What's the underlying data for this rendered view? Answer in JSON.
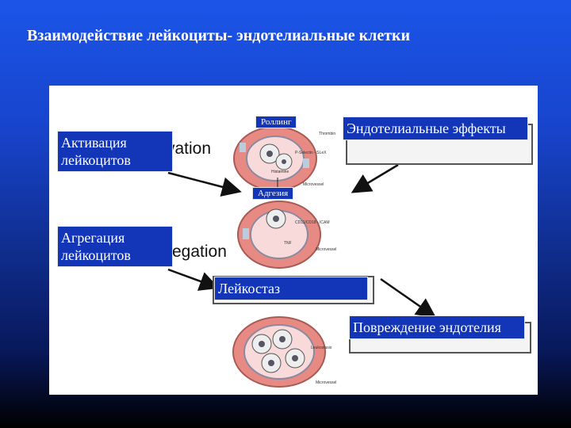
{
  "title": "Взаимодействие лейкоциты- эндотелиальные клетки",
  "labels": {
    "activation": "Активация лейкоцитов",
    "aggregation": "Агрегация лейкоцитов",
    "rolling": "Роллинг",
    "adhesion": "Адгезия",
    "endothelial_effects": "Эндотелиальные эффекты",
    "leukostasis": "Лейкостаз",
    "endothelial_damage": "Повреждение эндотелия"
  },
  "figure_text": {
    "activation_en": "vation",
    "aggregation_en": "regation",
    "thrombin": "Thrombin",
    "pselectin": "P-Selectin - SLeX",
    "histamine": "Histamine",
    "microvessel": "Microvessel",
    "cd11": "CD11/CD18 - ICAM",
    "tnf": "TNF",
    "microvessel2": "Microvessel",
    "leukostasis_en": "Leukostasis",
    "microvessel3": "Microvessel"
  },
  "colors": {
    "background_top": "#1b55e8",
    "background_bottom": "#000000",
    "label_fill": "#1336b8",
    "vessel_wall": "#e88a84",
    "vessel_lumen": "#f8dada"
  }
}
